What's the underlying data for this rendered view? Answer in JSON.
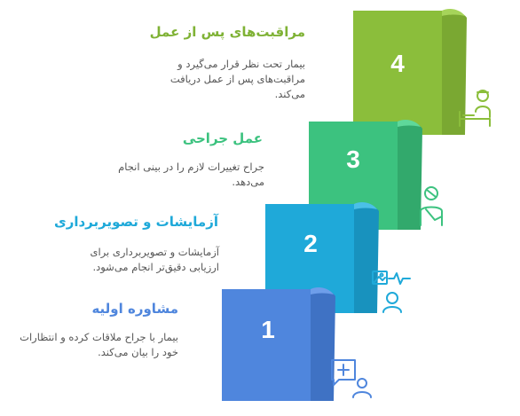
{
  "colors": {
    "step1": "#4F86DD",
    "step2": "#1FA9D9",
    "step3": "#3CC27F",
    "step4": "#8BBE3B",
    "title1": "#4F86DD",
    "title2": "#1FA9D9",
    "title3": "#3CC27F",
    "title4": "#7FB235",
    "desc_text": "#555555"
  },
  "steps": [
    {
      "number": "1",
      "title": "مشاوره اولیه",
      "description": "بیمار با جراح ملاقات کرده و انتظارات خود را بیان می‌کند.",
      "icon": "doctor-consultation-icon"
    },
    {
      "number": "2",
      "title": "آزمایشات و تصویربرداری",
      "description": "آزمایشات و تصویربرداری برای ارزیابی دقیق‌تر انجام می‌شود.",
      "icon": "medical-imaging-icon"
    },
    {
      "number": "3",
      "title": "عمل جراحی",
      "description": "جراح تغییرات لازم را در بینی انجام می‌دهد.",
      "icon": "surgery-patient-icon"
    },
    {
      "number": "4",
      "title": "مراقبت‌های پس از عمل",
      "description": "بیمار تحت نظر قرار می‌گیرد و مراقبت‌های پس از عمل دریافت می‌کند.",
      "icon": "post-op-care-icon"
    }
  ]
}
